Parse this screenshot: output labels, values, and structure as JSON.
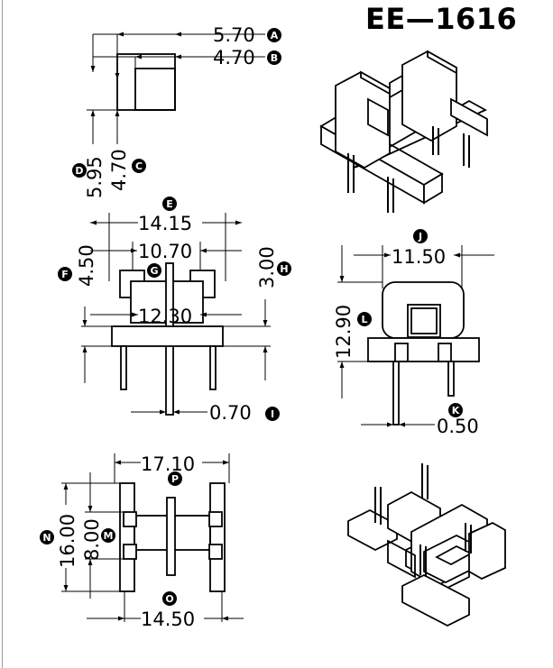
{
  "title": "EE—1616",
  "dimensions": [
    {
      "id": "A",
      "value": "5.70"
    },
    {
      "id": "B",
      "value": "4.70"
    },
    {
      "id": "C",
      "value": "4.70"
    },
    {
      "id": "D",
      "value": "5.95"
    },
    {
      "id": "E",
      "value": "14.15"
    },
    {
      "id": "F",
      "value": "4.50"
    },
    {
      "id": "G",
      "value": "10.70"
    },
    {
      "id": "H",
      "value": "3.00"
    },
    {
      "id": "I",
      "value": "0.70"
    },
    {
      "id": "J",
      "value": "11.50"
    },
    {
      "id": "K",
      "value": "0.50"
    },
    {
      "id": "L",
      "value": "12.90"
    },
    {
      "id": "M",
      "value": "8.00"
    },
    {
      "id": "N",
      "value": "16.00"
    },
    {
      "id": "O",
      "value": "14.50"
    },
    {
      "id": "P",
      "value": "17.10"
    },
    {
      "id": "X",
      "value": "12.30"
    }
  ],
  "colors": {
    "line": "#000000",
    "background": "#ffffff",
    "badge": "#000000"
  }
}
